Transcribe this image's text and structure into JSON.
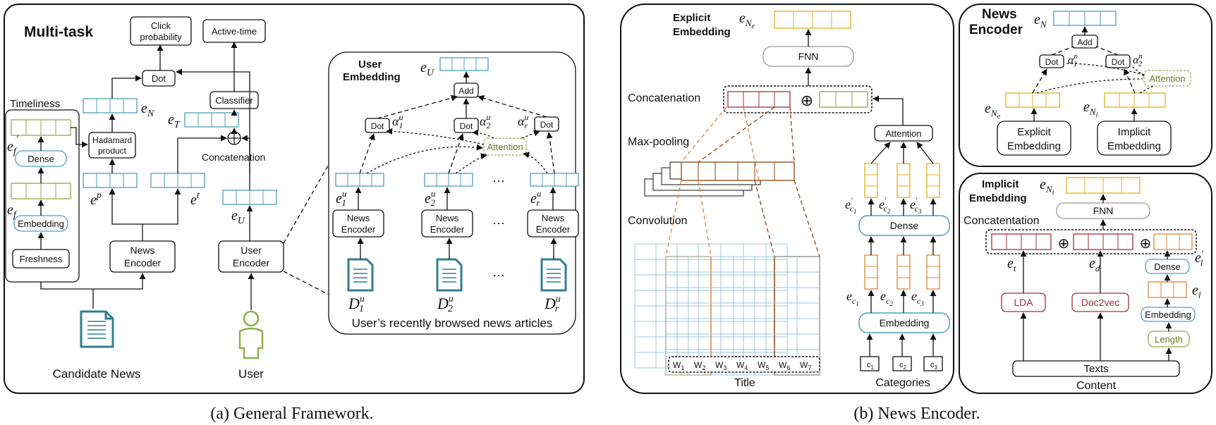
{
  "a": {
    "title": "Multi-task",
    "click_probability": [
      "Click",
      "probability"
    ],
    "active_time": "Active-time",
    "dot": "Dot",
    "classifier": "Classifier",
    "timeliness": "Timeliness",
    "dense": "Dense",
    "embedding": "Embedding",
    "freshness": "Freshness",
    "hadamard": [
      "Hadamard",
      "product"
    ],
    "concatenation": "Concatenation",
    "news_encoder": [
      "News",
      "Encoder"
    ],
    "user_encoder": [
      "User",
      "Encoder"
    ],
    "candidate_news": "Candidate News",
    "user": "User",
    "e_N": "e",
    "e_N_sub": "N",
    "e_T": "e",
    "e_T_sub": "T",
    "e_f": "e",
    "e_f_sub": "f",
    "e_p": "e",
    "e_p_sup": "p",
    "e_t": "e",
    "e_t_sup": "t",
    "e_U": "e",
    "e_U_sub": "U",
    "user_embedding": [
      "User",
      "Embedding"
    ],
    "add": "Add",
    "attention": "Attention",
    "alpha": "α",
    "ellipsis": "···",
    "browsed": "User’s recently browsed news articles",
    "doc_labels": [
      "1",
      "2",
      "r"
    ],
    "caption": "(a) General Framework."
  },
  "b": {
    "explicit_title": [
      "Explicit",
      "Embedding"
    ],
    "fnn": "FNN",
    "concatenation": "Concatenation",
    "oplus": "⊕",
    "max_pooling": "Max-pooling",
    "convolution": "Convolution",
    "attention": "Attention",
    "dense": "Dense",
    "embedding": "Embedding",
    "title": "Title",
    "categories": "Categories",
    "words": [
      "1",
      "2",
      "3",
      "4",
      "5",
      "6",
      "7"
    ],
    "cats": [
      "1",
      "2",
      "3"
    ],
    "news_encoder_title": [
      "News",
      "Encoder"
    ],
    "add": "Add",
    "dot": "Dot",
    "attention2": "Attention",
    "explicit_emb": [
      "Explicit",
      "Embedding"
    ],
    "implicit_emb": [
      "Implicit",
      "Embedding"
    ],
    "implicit_title": [
      "Implicit",
      "Emebdding"
    ],
    "concatentation": "Concatentation",
    "lda": "LDA",
    "doc2vec": "Doc2vec",
    "length": "Length",
    "texts": "Texts",
    "content": "Content",
    "caption": "(b) News Encoder."
  },
  "colors": {
    "blue": "#4f9fb5",
    "olive": "#9aa54a",
    "orange": "#d8873a",
    "brown": "#8b4513",
    "red": "#a0303a",
    "yellow": "#e0b020",
    "teal": "#2f7f8f",
    "green": "#8bb04a"
  }
}
